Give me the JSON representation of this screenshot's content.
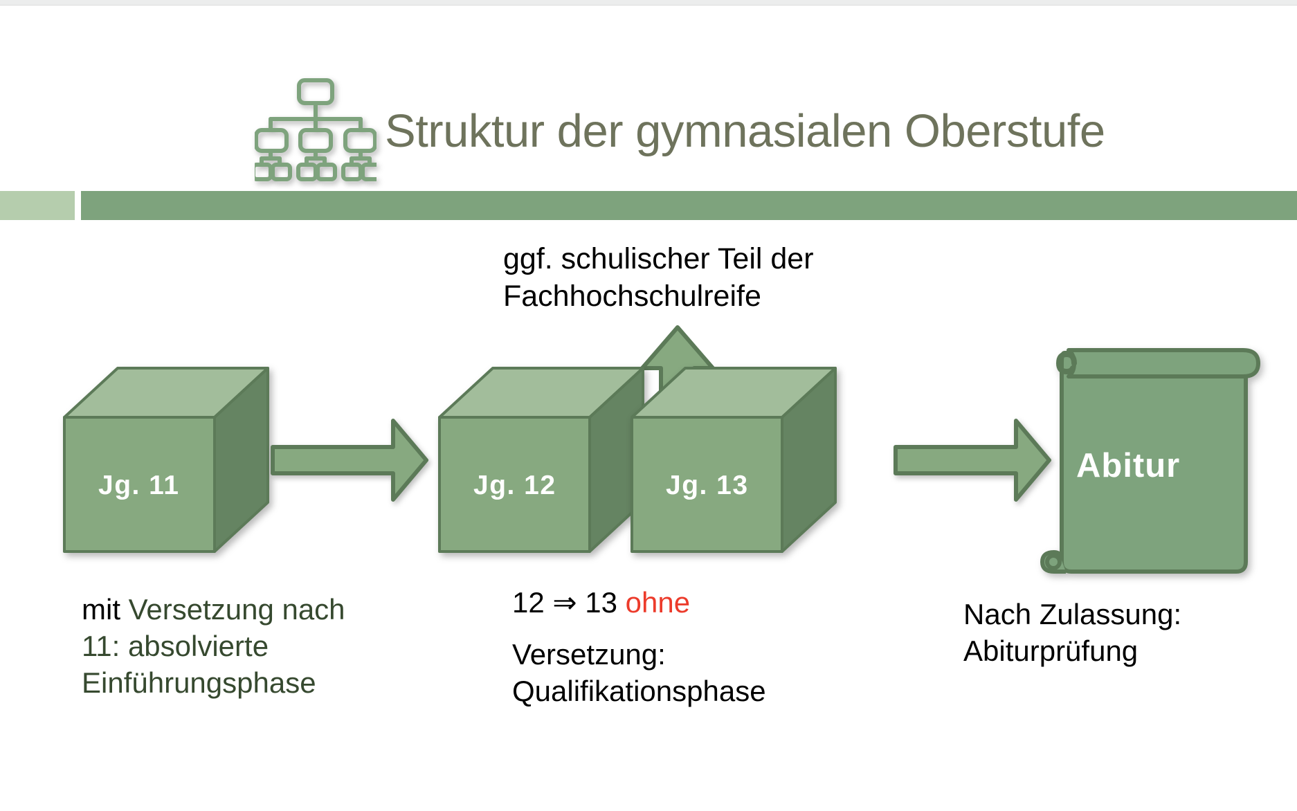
{
  "header": {
    "title": "Struktur der gymnasialen Oberstufe",
    "icon_name": "org-chart-icon",
    "title_color": "#6e735c",
    "accent_bar_color": "#7ea37d",
    "accent_bar_small_color": "#b5cdad"
  },
  "diagram": {
    "top_note": {
      "line1": "ggf. schulischer Teil der",
      "line2": "Fachhochschulreife"
    },
    "stages": [
      {
        "id": "jg11",
        "label": "Jg. 11"
      },
      {
        "id": "jg12",
        "label": "Jg. 12"
      },
      {
        "id": "jg13",
        "label": "Jg. 13"
      }
    ],
    "diploma": {
      "label": "Abitur"
    },
    "captions": {
      "left": {
        "part_black": "mit ",
        "part_green_1": "Versetzung nach",
        "part_green_2": "11: absolvierte",
        "part_green_3": "Einführungsphase"
      },
      "middle": {
        "line1_a": "12 ⇒ 13 ",
        "line1_red": "ohne",
        "line2": "Versetzung:",
        "line3": "Qualifikationsphase"
      },
      "right": {
        "line1": "Nach Zulassung:",
        "line2": "Abiturprüfung"
      }
    }
  },
  "colors": {
    "cube_front": "#87a980",
    "cube_top": "#a2bd9b",
    "cube_side": "#658462",
    "cube_stroke": "#5c7a58",
    "arrow_fill": "#87a980",
    "arrow_stroke": "#5c7a58",
    "scroll_fill": "#7ea37d",
    "scroll_stroke": "#5c7a58",
    "text_green": "#36492f",
    "text_red": "#ec3b2b",
    "icon_green": "#7ea37d"
  }
}
